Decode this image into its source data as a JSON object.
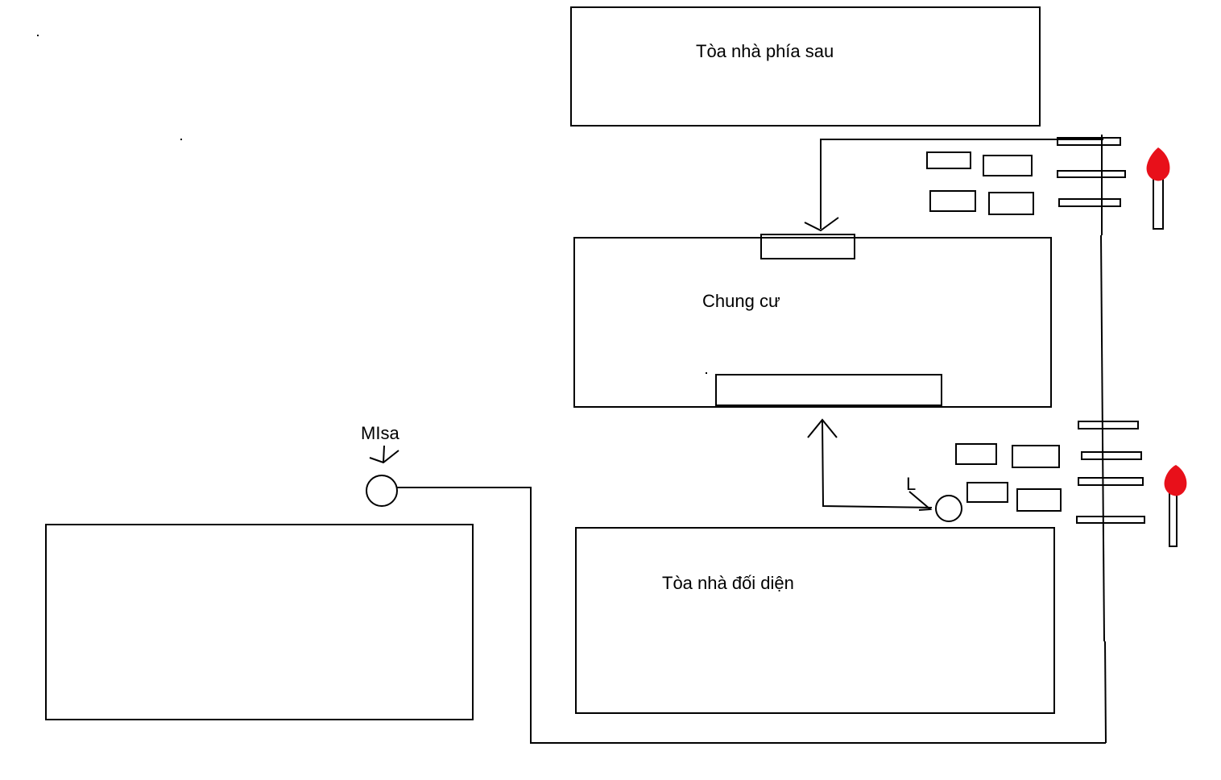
{
  "labels": {
    "back_building": "Tòa nhà phía sau",
    "apartment": "Chung cư",
    "opposite_building": "Tòa nhà đối diện",
    "misa": "MIsa",
    "l_marker": "L"
  },
  "colors": {
    "stroke": "#000000",
    "flame": "#e8101a",
    "background": "#ffffff"
  }
}
